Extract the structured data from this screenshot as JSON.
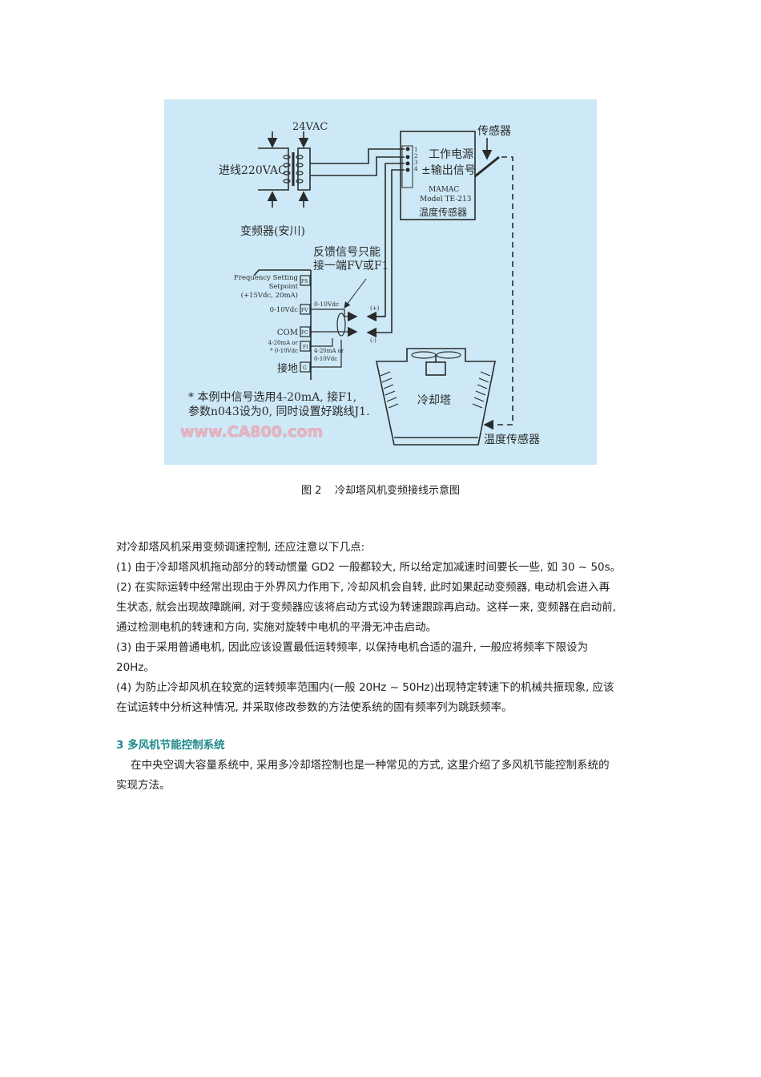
{
  "figure": {
    "labels": {
      "v24": "24VAC",
      "in220": "进线220VAC",
      "sensor_top": "传感器",
      "power": "工作电源",
      "output": "±输出信号",
      "brand": "MAMAC",
      "model": "Model TE-213",
      "temp_sensor": "温度传感器",
      "term1": "1",
      "term2": "2",
      "term3": "3",
      "term4": "4",
      "inverter": "变频器(安川)",
      "feedback1": "反馈信号只能",
      "feedback2": "接一端FV或F1",
      "freq1": "Frequency Setting",
      "freq2": "Setpoint",
      "freq3": "(+15Vdc, 20mA)",
      "fv_label": "0-10Vdc",
      "com": "COM",
      "fi1": "4-20mA or",
      "fi2": "* 0-10Vdc",
      "ground": "接地",
      "t_fs": "FS",
      "t_fv": "FV",
      "t_fc": "FC",
      "t_fi": "FI",
      "t_g": "G",
      "wire_fv": "0-10Vdc",
      "wire_fi1": "4-20mA or",
      "wire_fi2": "0-10Vdc",
      "plus": "(+)",
      "minus": "(-)",
      "note1": "* 本例中信号选用4-20mA, 接F1,",
      "note2": "参数n043设为0, 同时设置好跳线J1.",
      "tower": "冷却塔",
      "tower_sensor": "温度传感器",
      "watermark": "www.CA800.com"
    },
    "background": "#cde9f7"
  },
  "caption": "图 2    冷却塔风机变频接线示意图",
  "body": {
    "intro": "对冷却塔风机采用变频调速控制, 还应注意以下几点:",
    "p1": [
      "(1) 由于冷却塔风机拖动部分的转动惯量 GD2 一般都较大, 所以给定加减速时间要长一些, 如 30 ~ 50s。"
    ],
    "p2": [
      "(2) 在实际运转中经常出现由于外界风力作用下, 冷却风机会自转, 此时如果起动变频器, 电动机会进入再",
      "生状态, 就会出现故障跳闸, 对于变频器应该将启动方式设为转速跟踪再启动。这样一来, 变频器在启动前,",
      "通过检测电机的转速和方向, 实施对旋转中电机的平滑无冲击启动。"
    ],
    "p3": [
      "(3) 由于采用普通电机, 因此应该设置最低运转频率, 以保持电机合适的温升, 一般应将频率下限设为",
      "20Hz。"
    ],
    "p4": [
      "(4) 为防止冷却风机在较宽的运转频率范围内(一般 20Hz ~ 50Hz)出现特定转速下的机械共振现象, 应该",
      "在试运转中分析这种情况, 并采取修改参数的方法使系统的固有频率列为跳跃频率。"
    ],
    "heading": "3   多风机节能控制系统",
    "p5": [
      "在中央空调大容量系统中, 采用多冷却塔控制也是一种常见的方式, 这里介绍了多风机节能控制系统的",
      "实现方法。"
    ]
  },
  "colors": {
    "heading": "#1f8a8c",
    "watermark": "#e9b6c4"
  }
}
